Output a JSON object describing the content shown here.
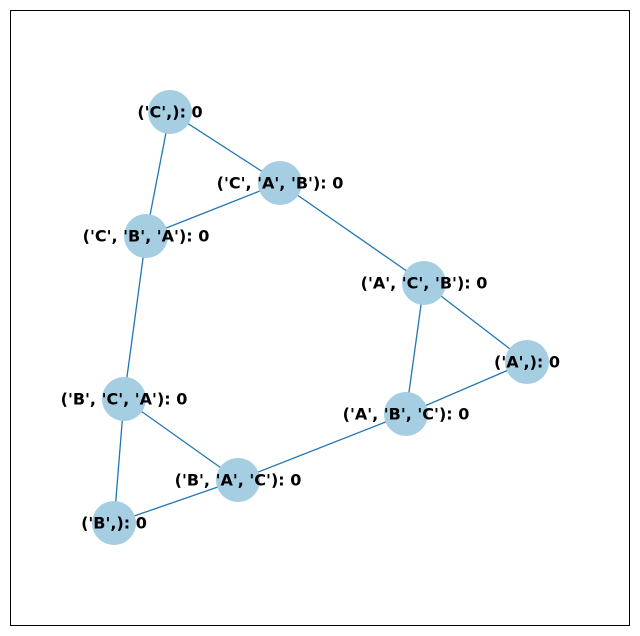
{
  "graph": {
    "node_color": "#a6cee3",
    "edge_color": "#1f77b4",
    "label_color": "#000000",
    "nodes": [
      {
        "id": "C",
        "label": "('C',): 0"
      },
      {
        "id": "CAB",
        "label": "('C', 'A', 'B'): 0"
      },
      {
        "id": "CBA",
        "label": "('C', 'B', 'A'): 0"
      },
      {
        "id": "ACB",
        "label": "('A', 'C', 'B'): 0"
      },
      {
        "id": "A",
        "label": "('A',): 0"
      },
      {
        "id": "BCA",
        "label": "('B', 'C', 'A'): 0"
      },
      {
        "id": "ABC",
        "label": "('A', 'B', 'C'): 0"
      },
      {
        "id": "BAC",
        "label": "('B', 'A', 'C'): 0"
      },
      {
        "id": "B",
        "label": "('B',): 0"
      }
    ],
    "edges": [
      [
        "C",
        "CAB"
      ],
      [
        "C",
        "CBA"
      ],
      [
        "CAB",
        "CBA"
      ],
      [
        "CAB",
        "ACB"
      ],
      [
        "ACB",
        "A"
      ],
      [
        "ACB",
        "ABC"
      ],
      [
        "A",
        "ABC"
      ],
      [
        "CBA",
        "BCA"
      ],
      [
        "BCA",
        "BAC"
      ],
      [
        "BCA",
        "B"
      ],
      [
        "BAC",
        "ABC"
      ],
      [
        "BAC",
        "B"
      ]
    ]
  }
}
